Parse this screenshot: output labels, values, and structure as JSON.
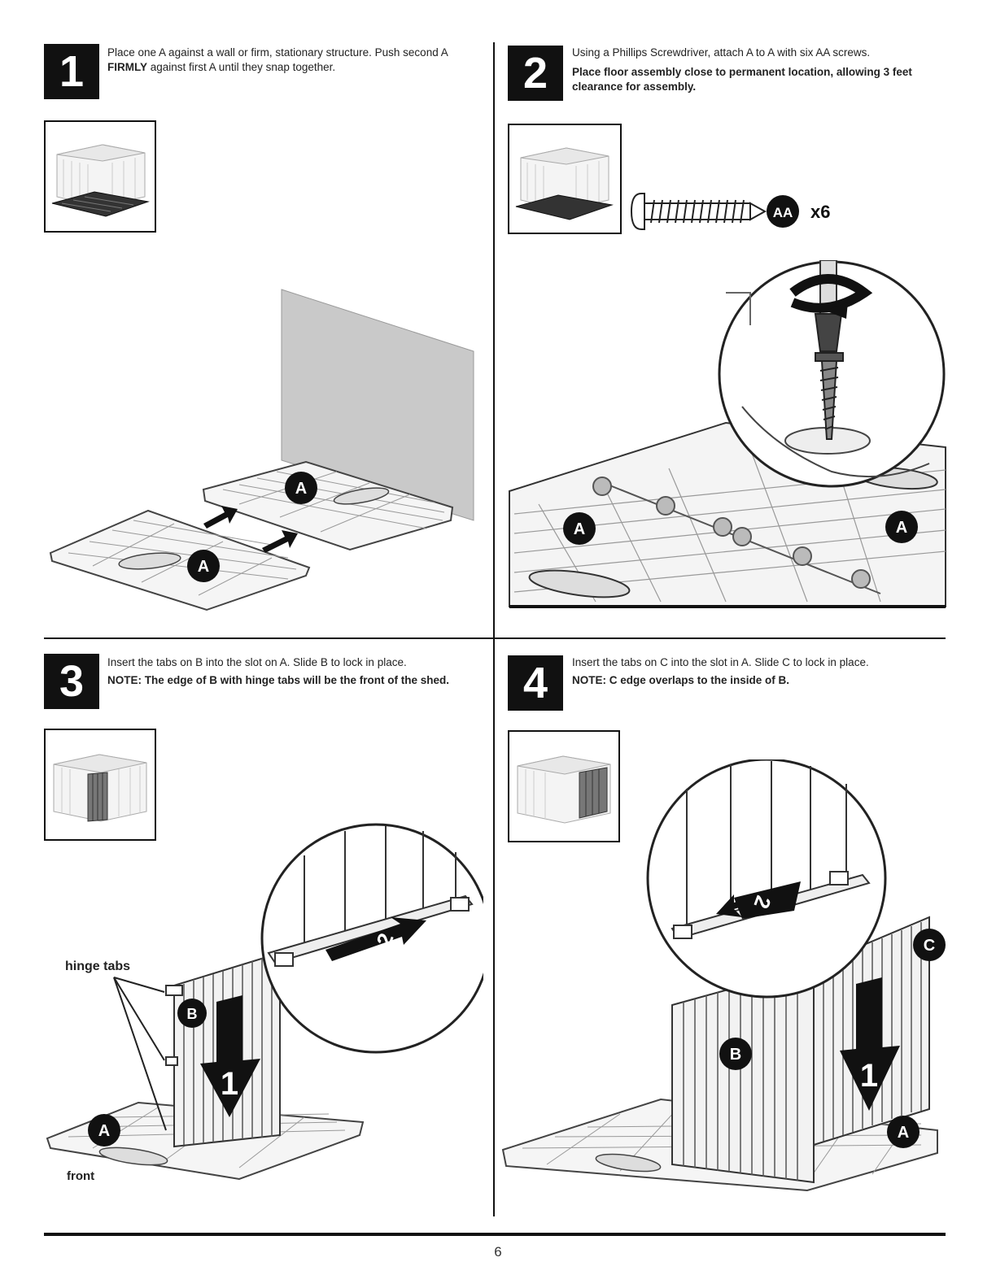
{
  "page_number": "6",
  "steps": [
    {
      "number": "1",
      "line1": "Place one A against a wall or firm, stationary structure. Push second A",
      "line2_em": "FIRMLY",
      "line2_rest": " against first A until they snap together.",
      "part_labels": [
        "A",
        "A"
      ]
    },
    {
      "number": "2",
      "line1": "Using a Phillips Screwdriver, attach A to A with six AA screws.",
      "bold_line1": "Place floor assembly close to permanent location, allowing 3 feet",
      "bold_line2": "clearance for assembly.",
      "hardware_label": "AA",
      "hardware_qty": "x6",
      "part_labels": [
        "A",
        "A"
      ]
    },
    {
      "number": "3",
      "line1": "Insert the tabs on B into the slot on A. Slide B to lock in place.",
      "bold_line1": "NOTE: The edge of B with hinge tabs will be the front of the shed.",
      "callout_hinge": "hinge tabs",
      "callout_front": "front",
      "part_labels": [
        "B",
        "A"
      ],
      "arrow_labels": [
        "1",
        "2"
      ]
    },
    {
      "number": "4",
      "line1": "Insert the tabs on C into the slot in A. Slide C to lock in place.",
      "bold_line1": "NOTE: C edge overlaps to the inside of B.",
      "part_labels": [
        "C",
        "B",
        "A"
      ],
      "arrow_labels": [
        "1",
        "2"
      ]
    }
  ]
}
